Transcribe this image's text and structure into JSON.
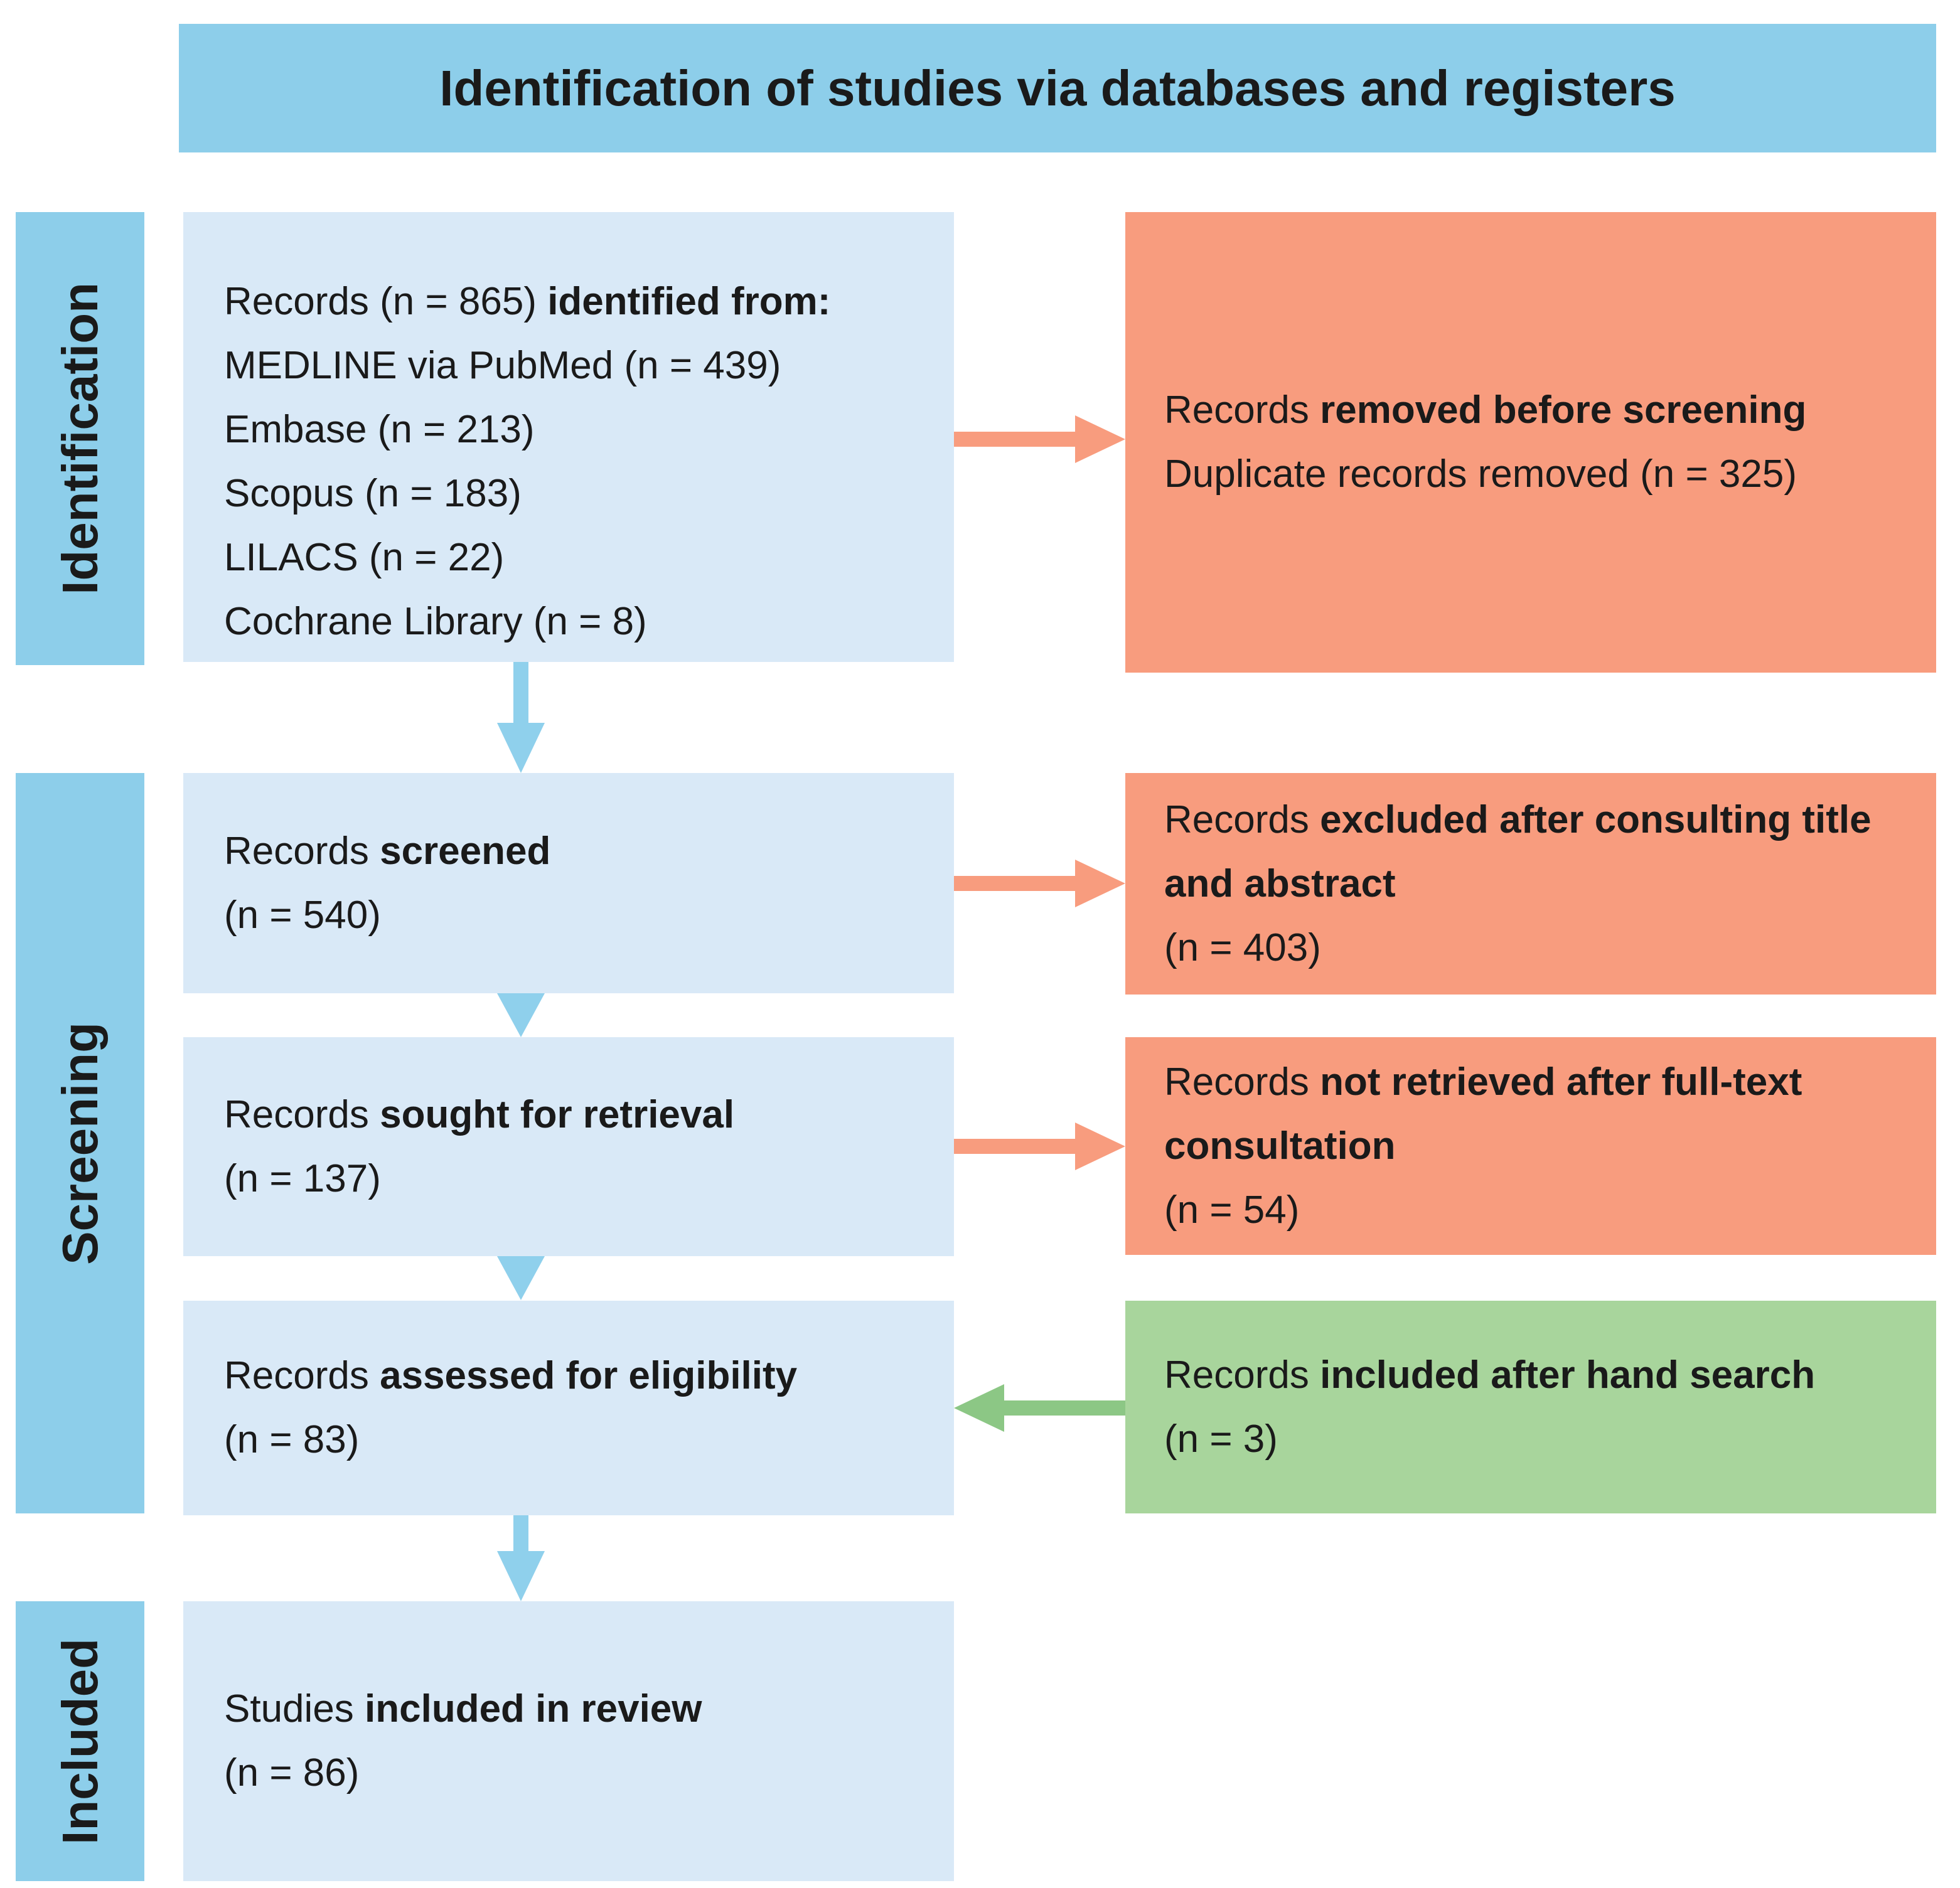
{
  "header": {
    "title": "Identification of studies via databases and registers"
  },
  "sidebar": {
    "stages": [
      {
        "label": "Identification"
      },
      {
        "label": "Screening"
      },
      {
        "label": "Included"
      }
    ]
  },
  "flow": {
    "identified": {
      "prefix": "Records (n = 865) ",
      "bold": "identified from:",
      "sources": [
        "MEDLINE via PubMed (n = 439)",
        "Embase (n = 213)",
        "Scopus (n = 183)",
        "LILACS (n = 22)",
        "Cochrane Library (n = 8)"
      ]
    },
    "screened": {
      "prefix": "Records ",
      "bold": "screened",
      "count": "(n = 540)"
    },
    "sought": {
      "prefix": "Records ",
      "bold": "sought for retrieval",
      "count": "(n = 137)"
    },
    "assessed": {
      "prefix": "Records ",
      "bold": "assessed for eligibility",
      "count": "(n = 83)"
    },
    "included_review": {
      "prefix": "Studies ",
      "bold": "included in review",
      "count": "(n = 86)"
    },
    "removed": {
      "prefix": "Records ",
      "bold": "removed before screening",
      "detail": "Duplicate records removed (n = 325)"
    },
    "excluded": {
      "prefix": "Records ",
      "bold": "excluded after consulting title and abstract",
      "count": "(n = 403)"
    },
    "not_retrieved": {
      "prefix": "Records ",
      "bold": "not retrieved after full-text consultation",
      "count": "(n = 54)"
    },
    "hand_search": {
      "prefix": "Records ",
      "bold": "included after hand search",
      "count": "(n = 3)"
    }
  },
  "colors": {
    "sky": "#8DCEEA",
    "box_blue": "#D9E9F7",
    "salmon": "#F89C7E",
    "green": "#A8D59C",
    "arrow_blue": "#8FD0EC",
    "arrow_salmon": "#F89C7E",
    "arrow_green": "#8CC785",
    "text": "#1A1A1A"
  }
}
